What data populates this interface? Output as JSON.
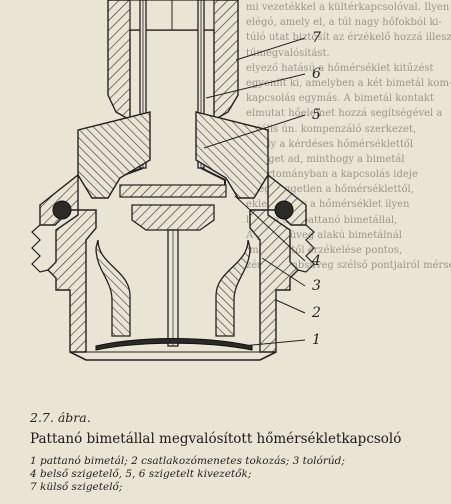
{
  "background_text": [
    "mi vezetékkel a kültérkapcsolóval. Ilyen",
    "elégó, amely el, a túl nagy hőfokból ki-",
    "túló utat biztosít az érzékelő hozzá illeszt",
    "tűmegvalósítást.",
    "elyező hatású a hőmérséklet kitűzést",
    "egyenlít ki, amelyben a két bimetál kom-",
    "kapcsolás egymás. A bimetál kontakt",
    "elmutat hőelemet hozzá segítségével a",
    "ociális ún. kompenzáló szerkezet,",
    "amely a kérdéses hőmérséklettől",
    "ességet ad, minthogy a bimetál",
    "ri tartományban a kapcsolás ideje",
    "ltség független a hőmérséklettől,",
    "eklettől. Így a hőmérséklet ilyen",
    "lósítva ún. pattanó bimetállal,",
    "A gömbsüveg alakú bimetálnál",
    "iméretektől érzékelése pontos,",
    "zén a gömbsüveg szélső pontjairól mérsék-"
  ],
  "figure": {
    "labels": [
      "7",
      "6",
      "5",
      "4",
      "3",
      "2",
      "1"
    ],
    "number": "2.7. ábra.",
    "title": "Pattanó bimetállal megvalósított hőmérsékletkapcsoló"
  },
  "legend_lines": [
    "1 pattanó bimetál;  2 csatlakozómenetes tokozás;  3 tolórúd;",
    "4 belső szigetelő,  5, 6 szigetelt kivezetők;",
    "7 külső szigetelő;"
  ],
  "colors": {
    "paper": "#e9e4d4",
    "ink": "#222222",
    "hatch": "#3a3833"
  }
}
